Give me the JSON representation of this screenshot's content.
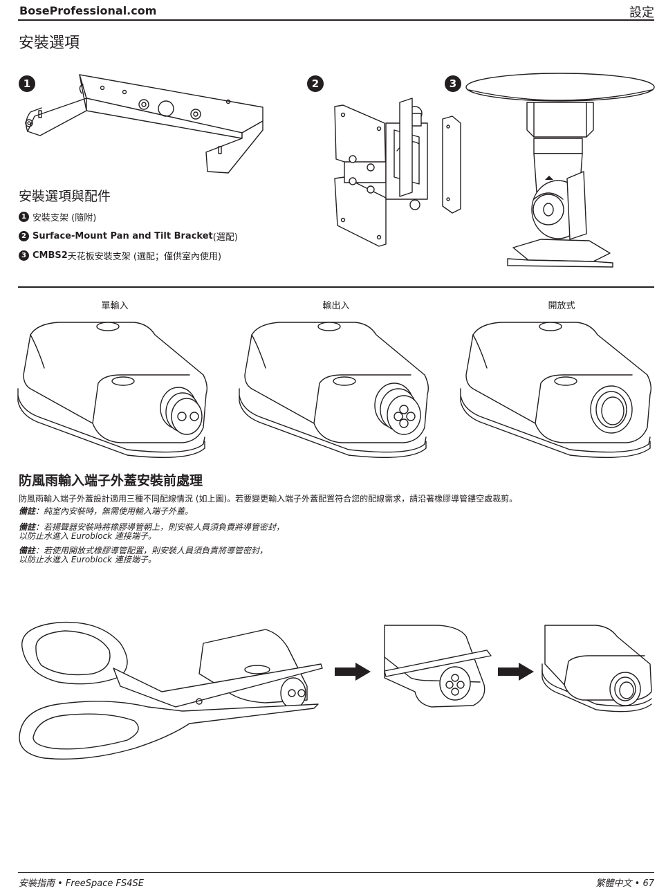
{
  "header": {
    "site": "BoseProfessional.com",
    "section": "設定"
  },
  "title": "安裝選項",
  "options_heading": "安裝選項與配件",
  "callouts": [
    "1",
    "2",
    "3"
  ],
  "options": [
    {
      "num": "1",
      "bold": "",
      "text": "安裝支架 (隨附)"
    },
    {
      "num": "2",
      "bold": "Surface-Mount Pan and Tilt Bracket",
      "text": " (選配)"
    },
    {
      "num": "3",
      "bold": "CMBS2",
      "text": " 天花板安裝支架 (選配；僅供室內使用)"
    }
  ],
  "covers": {
    "single": "單輸入",
    "inout": "輸出入",
    "open": "開放式"
  },
  "prep_heading": "防風雨輸入端子外蓋安裝前處理",
  "prep_text": "防風雨輸入端子外蓋設計適用三種不同配線情況 (如上圖)。若要變更輸入端子外蓋配置符合您的配線需求，請沿著橡膠導管鏤空處裁剪。",
  "notes": [
    {
      "label": "備註",
      "lines": [
        "：純室內安裝時，無需使用輸入端子外蓋。"
      ]
    },
    {
      "label": "備註",
      "lines": [
        "：若揚聲器安裝時將橡膠導管朝上，則安裝人員須負責將導管密封，",
        "以防止水進入 Euroblock 連接端子。"
      ]
    },
    {
      "label": "備註",
      "lines": [
        "：若使用開放式橡膠導管配置，則安裝人員須負責將導管密封，",
        "以防止水進入 Euroblock 連接端子。"
      ]
    }
  ],
  "footer": {
    "left": "安裝指南 • FreeSpace FS4SE",
    "right": "繁體中文 • 67"
  }
}
